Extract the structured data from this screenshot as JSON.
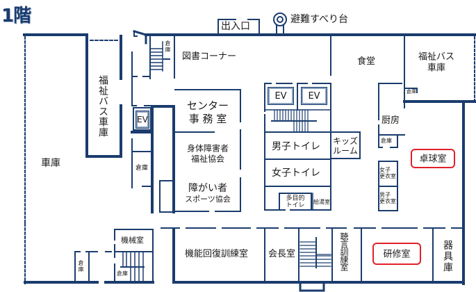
{
  "floor": {
    "title": "1階"
  },
  "colors": {
    "wall": "#1a3c6e",
    "highlight": "#e0202a",
    "background": "#ffffff"
  },
  "entrance": {
    "label": "出入口"
  },
  "evacuation_slide": {
    "label": "避難すべり台",
    "icon": "circle-slide-icon"
  },
  "rooms": {
    "garage": "車庫",
    "welfare_bus_garage_left": "福祉バス車庫",
    "welfare_bus_garage_right_line1": "福祉バス",
    "welfare_bus_garage_right_line2": "車庫",
    "storage_top": "倉庫",
    "library_corner": "図書コーナー",
    "dining": "食堂",
    "storage_dining": "倉庫",
    "ev_left": "EV",
    "storage_left": "倉庫",
    "center_office_line1": "センター",
    "center_office_line2": "事 務 室",
    "disabled_welfare_line1": "身体障害者",
    "disabled_welfare_line2": "福祉協会",
    "disabled_sports_line1": "障がい者",
    "disabled_sports_line2": "スポーツ協会",
    "ev_1": "EV",
    "ev_2": "EV",
    "mens_toilet": "男子トイレ",
    "womens_toilet": "女子トイレ",
    "kids_room_line1": "キッズ",
    "kids_room_line2": "ルーム",
    "multipurpose_toilet_line1": "多目的",
    "multipurpose_toilet_line2": "トイレ",
    "hot_water_room": "給湯室",
    "kitchen": "厨房",
    "storage_kitchen": "倉庫",
    "womens_changing_line1": "女子",
    "womens_changing_line2": "更衣室",
    "mens_changing_line1": "男子",
    "mens_changing_line2": "更衣室",
    "table_tennis_room": "卓球室",
    "machine_room": "機械室",
    "storage_machine": "倉庫",
    "storage_bottom_left": "倉庫",
    "rehab_training_room": "機能回復訓練室",
    "chairman_room": "会長室",
    "hearing_speech_room": "聴言訓練室",
    "training_room": "研修室",
    "equipment_storage": "器具庫"
  }
}
